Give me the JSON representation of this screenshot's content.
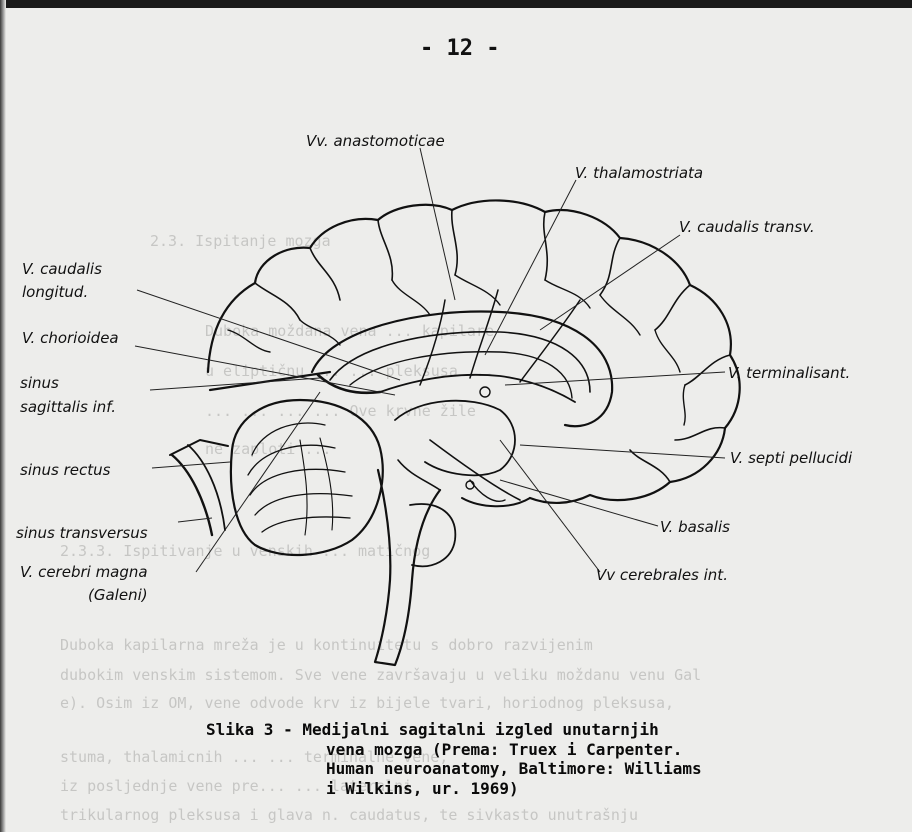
{
  "page": {
    "number": "- 12 -"
  },
  "figure": {
    "labels": {
      "vv_anastomoticae": "Vv. anastomoticae",
      "v_thalamostriata": "V. thalamostriata",
      "v_caudalis_transv": "V. caudalis transv.",
      "v_caudalis_longitud_1": "V. caudalis",
      "v_caudalis_longitud_2": "longitud.",
      "v_chorioidea": "V. chorioidea",
      "sinus_sagittalis_1": "sinus",
      "sinus_sagittalis_2": "sagittalis inf.",
      "v_terminalis": "V. terminalisant.",
      "v_septi": "V. septi pellucidi",
      "sinus_rectus": "sinus rectus",
      "sinus_transversus": "sinus transversus",
      "v_basalis": "V. basalis",
      "v_cerebri_magna_1": "V. cerebri magna",
      "v_cerebri_magna_2": "(Galeni)",
      "vv_cerebrales_int": "Vv cerebrales int."
    }
  },
  "caption": {
    "line1": "Slika 3 - Medijalni sagitalni izgled unutarnjih",
    "line2": "vena mozga (Prema: Truex i Carpenter.",
    "line3": "Human neuroanatomy, Baltimore: Williams",
    "line4": "i Wilkins, ur. 1969)"
  },
  "bleed_through": {
    "lines": [
      "    2.3. Ispitanje mozga",
      "  Duboka moždana vena ... kapilare ",
      "  u eliptičnu ...  ... pleksusa ... ",
      "  ... ... ... ... Ove krvne žile",
      "  ne zaploti ...",
      "2.3.3. Ispitivanje u venskih ... matičnog",
      "       Duboka kapilarna mreža je u kontinuitetu s dobro razvijenim",
      "  dubokim venskim sistemom. Sve vene završavaju u veliku moždanu venu Gal",
      "  e). Osim iz OM, vene odvode krv iz bijele tvari, horiodnog pleksusa, ",
      "  stuma, thalamicnih ... ... terminalne vene,",
      "  iz posljednje vene pre...  ... lateralni",
      "  trikularnog pleksusa i glava n. caudatus, te sivkasto unutrašnju"
    ]
  }
}
